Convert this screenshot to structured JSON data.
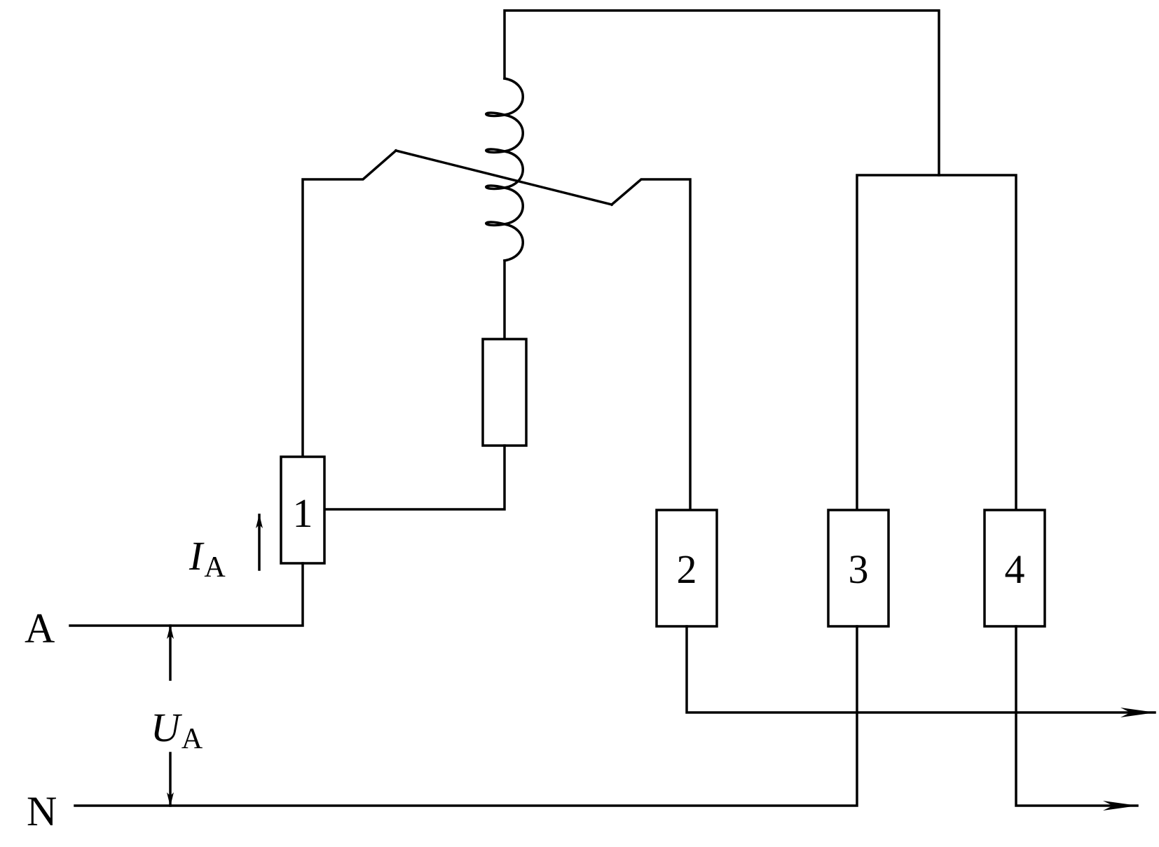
{
  "colors": {
    "stroke": "#000000",
    "background": "#ffffff"
  },
  "labels": {
    "line_a": "A",
    "line_n": "N",
    "current_symbol": "I",
    "current_subscript": "A",
    "voltage_symbol": "U",
    "voltage_subscript": "A"
  },
  "terminals": [
    "1",
    "2",
    "3",
    "4"
  ]
}
